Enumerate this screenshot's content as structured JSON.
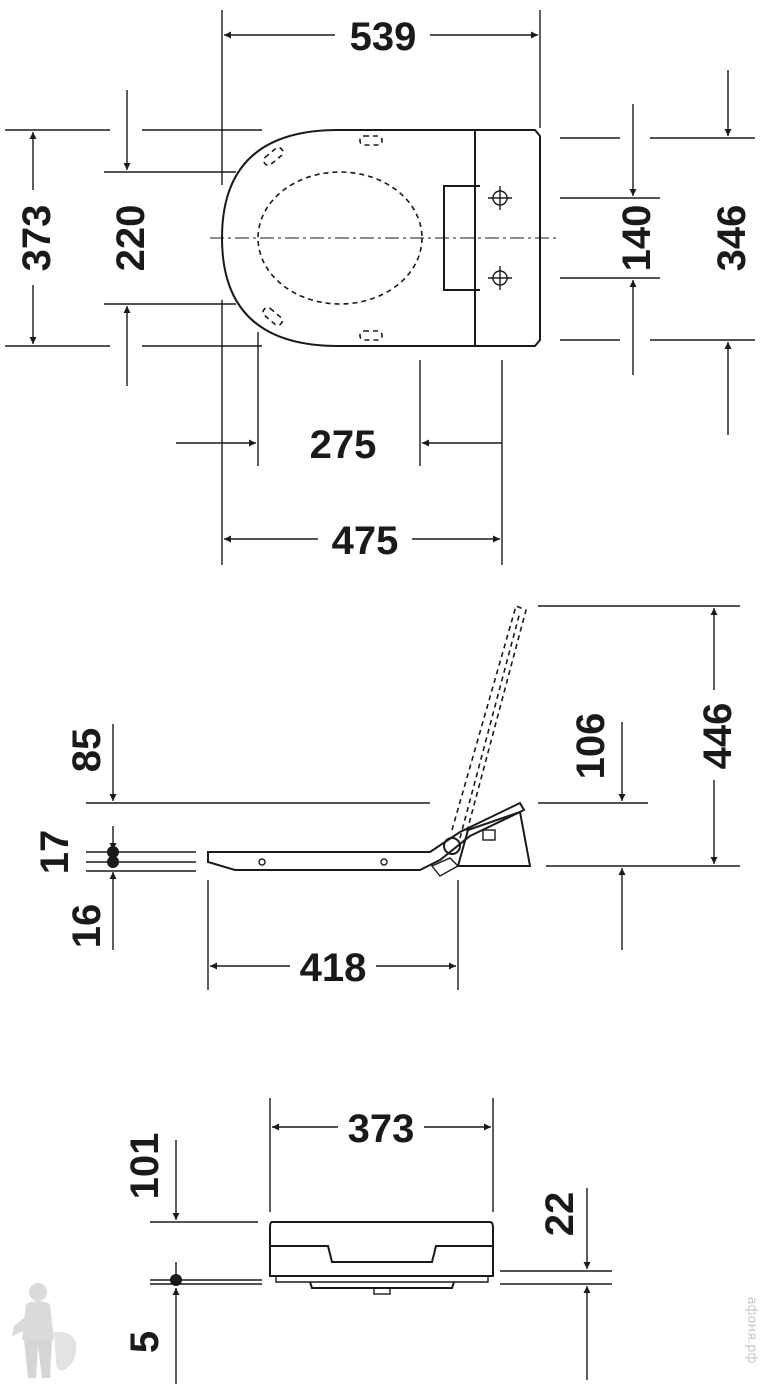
{
  "top_view": {
    "width_overall": "539",
    "seat_length": "373",
    "inner_depth": "220",
    "hinge_spacing": "140",
    "hinge_depth": "346",
    "inner_width": "275",
    "length_to_hinge": "475"
  },
  "side_view": {
    "open_height": "446",
    "top_offset": "85",
    "hinge_offset": "106",
    "seat_thickness": "17",
    "base_thickness": "16",
    "seat_length": "418"
  },
  "rear_view": {
    "width": "373",
    "top_offset": "101",
    "height": "22",
    "base_offset": "5"
  },
  "watermark": "афоня.рф",
  "colors": {
    "line": "#1a1a1a",
    "watermark": "#c8c8c8"
  },
  "icons": {
    "logo": "plumber-mascot-icon"
  }
}
